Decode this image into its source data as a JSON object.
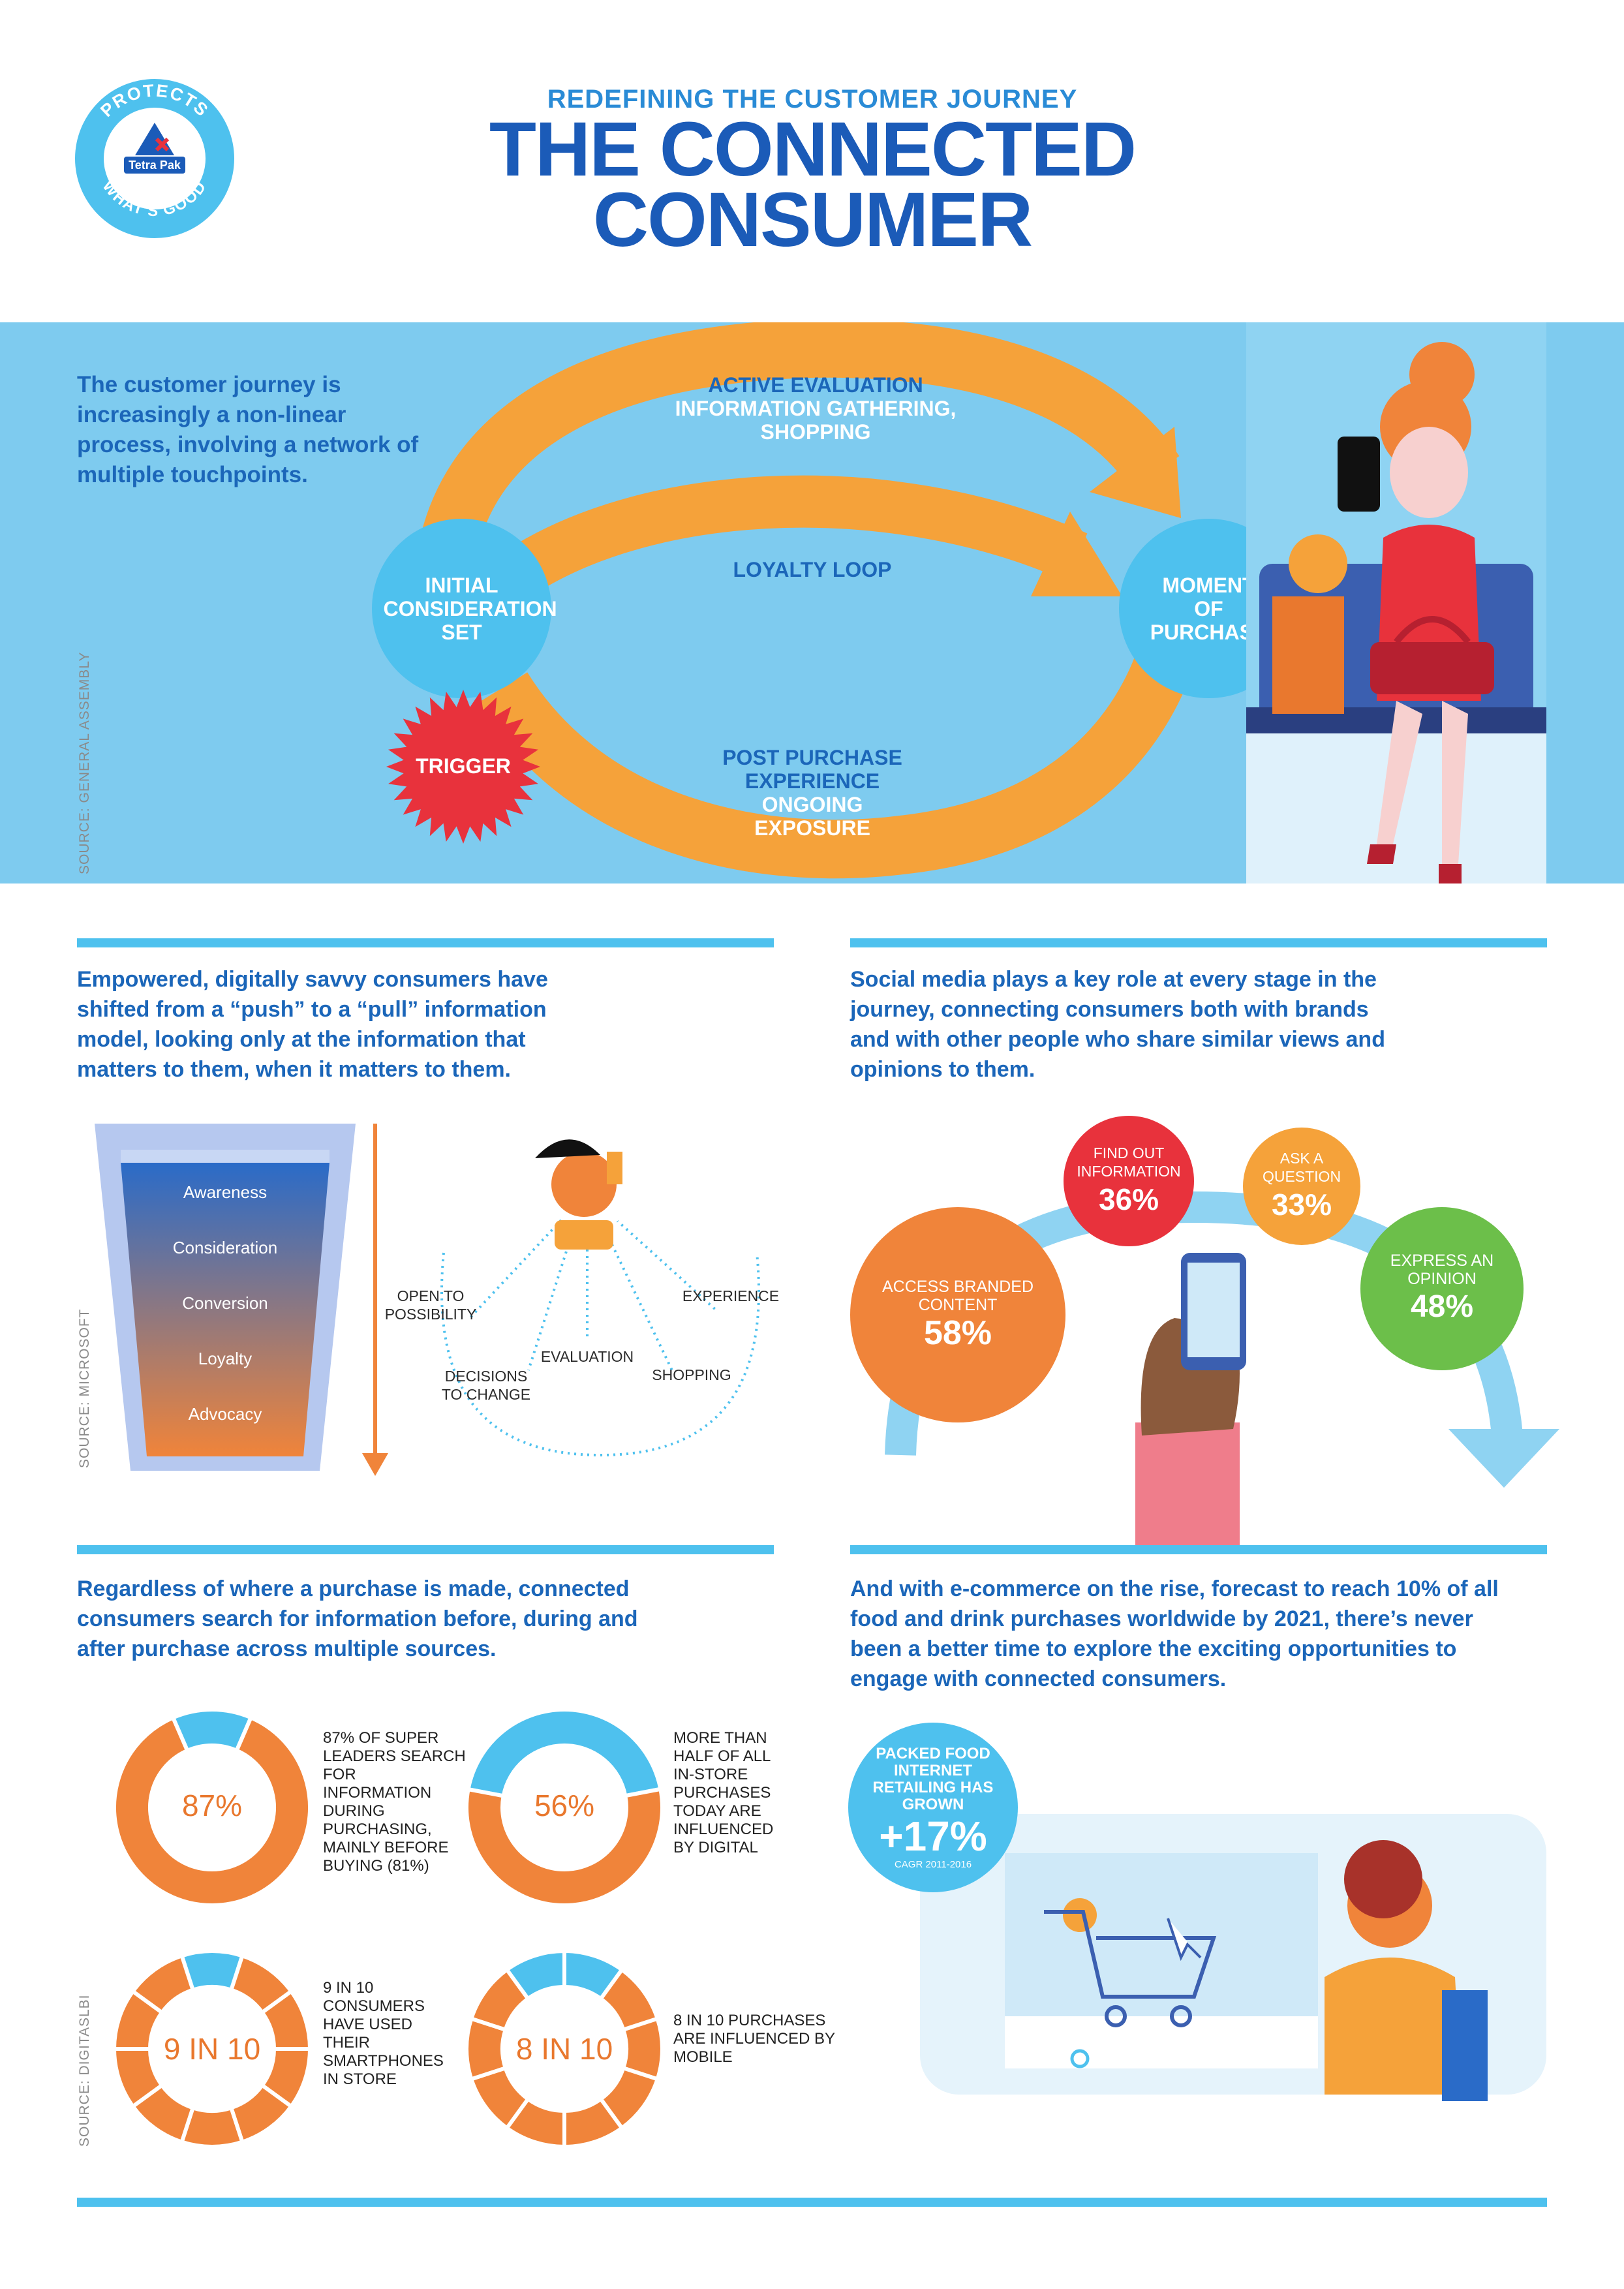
{
  "logo": {
    "arc_top": "PROTECTS",
    "brand": "Tetra Pak",
    "arc_bottom": "WHAT'S GOOD"
  },
  "header": {
    "kicker": "REDEFINING THE CUSTOMER JOURNEY",
    "title_line1": "THE CONNECTED",
    "title_line2": "CONSUMER"
  },
  "journey": {
    "intro": "The customer journey is increasingly a non-linear process, involving a network of multiple touchpoints.",
    "top_arc_title": "ACTIVE EVALUATION",
    "top_arc_sub": "INFORMATION GATHERING, SHOPPING",
    "loyalty": "LOYALTY LOOP",
    "initial": "INITIAL CONSIDERATION SET",
    "trigger": "TRIGGER",
    "moment": "MOMENT OF PURCHASE",
    "post_title": "POST PURCHASE EXPERIENCE",
    "post_sub": "ONGOING EXPOSURE",
    "source": "SOURCE: GENERAL ASSEMBLY"
  },
  "pull": {
    "text": "Empowered, digitally savvy consumers have shifted from a “push” to a “pull” information model, looking only at the information that matters to them, when it matters to them.",
    "funnel": [
      "Awareness",
      "Consideration",
      "Conversion",
      "Loyalty",
      "Advocacy"
    ],
    "labels": {
      "open": "OPEN TO POSSIBILITY",
      "decisions": "DECISIONS TO CHANGE",
      "evaluation": "EVALUATION",
      "shopping": "SHOPPING",
      "experience": "EXPERIENCE"
    },
    "source": "SOURCE: MICROSOFT"
  },
  "social": {
    "text": "Social media plays a key role at every stage in the journey, connecting consumers both with brands and with other people who share similar views and opinions to them.",
    "bubbles": [
      {
        "label": "ACCESS BRANDED CONTENT",
        "value": "58%",
        "color": "#f0843a"
      },
      {
        "label": "FIND OUT INFORMATION",
        "value": "36%",
        "color": "#e8323c"
      },
      {
        "label": "ASK A QUESTION",
        "value": "33%",
        "color": "#f5a23a"
      },
      {
        "label": "EXPRESS AN OPINION",
        "value": "48%",
        "color": "#6cbf4a"
      }
    ]
  },
  "search": {
    "text": "Regardless of where a purchase is made, connected consumers search for information before, during and after purchase across multiple sources.",
    "stats": [
      {
        "center": "87%",
        "fraction": 0.87,
        "desc": "87% OF SUPER LEADERS SEARCH FOR INFORMATION DURING PURCHASING, MAINLY BEFORE BUYING (81%)"
      },
      {
        "center": "56%",
        "fraction": 0.56,
        "desc": "MORE THAN HALF OF ALL IN-STORE PURCHASES TODAY ARE INFLUENCED BY DIGITAL"
      },
      {
        "center": "9 IN 10",
        "fraction": 0.9,
        "desc": "9 IN 10 CONSUMERS HAVE USED THEIR SMARTPHONES IN STORE"
      },
      {
        "center": "8 IN 10",
        "fraction": 0.8,
        "desc": "8 IN 10 PURCHASES ARE INFLUENCED BY MOBILE"
      }
    ],
    "source": "SOURCE: DIGITASLBI"
  },
  "ecommerce": {
    "text": "And with e-commerce on the rise, forecast to reach 10% of all food and drink purchases worldwide by 2021, there’s never been a better time to explore the exciting opportunities to engage with connected consumers.",
    "badge_label": "PACKED FOOD INTERNET RETAILING HAS GROWN",
    "badge_value": "+17%",
    "badge_note": "CAGR 2011-2016"
  },
  "colors": {
    "title": "#1b5bb8",
    "band": "#7ecbef",
    "orange": "#f5a23a",
    "circle": "#4ec1ee",
    "donut_orange": "#f0843a",
    "donut_blue": "#4ec1ee"
  }
}
